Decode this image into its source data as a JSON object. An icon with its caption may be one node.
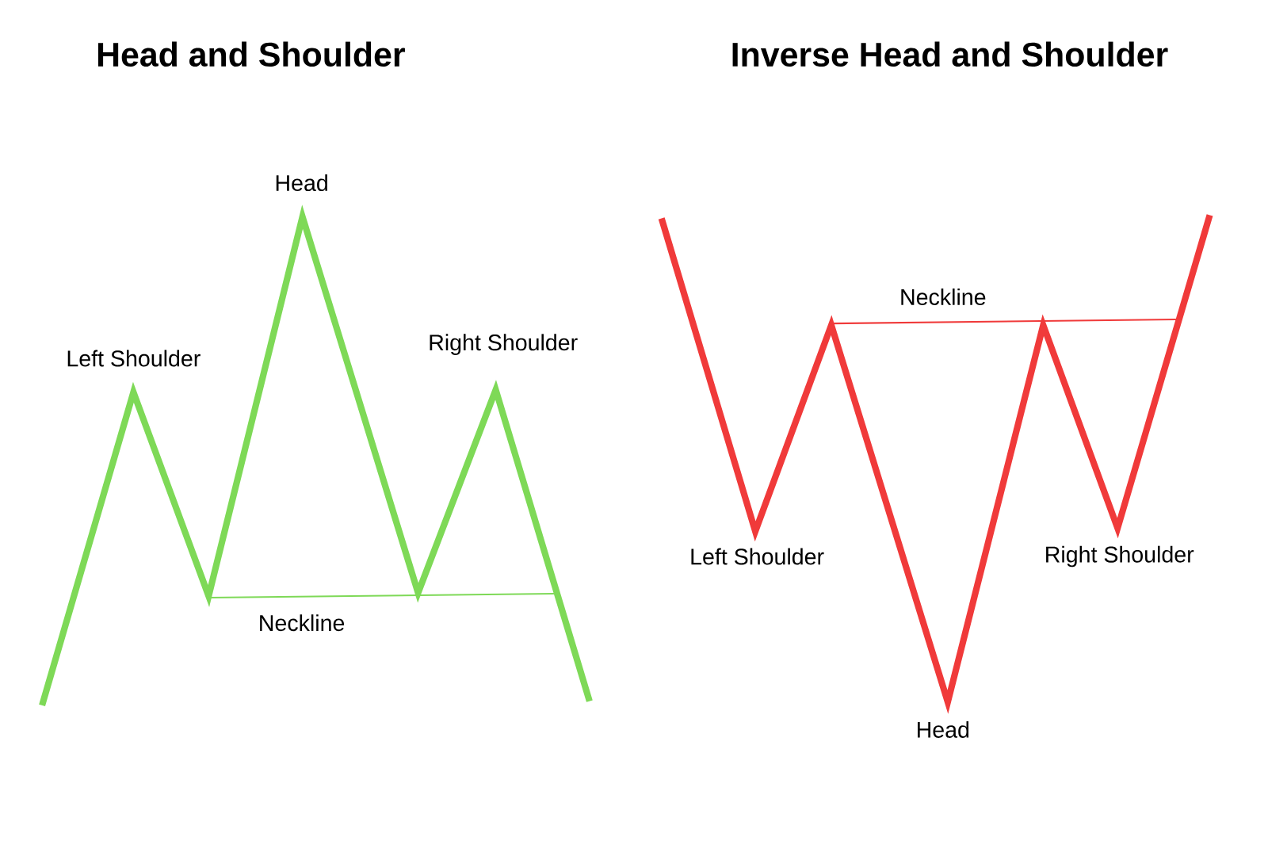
{
  "diagram": {
    "labels": [
      "Head and Shoulder",
      "Head",
      "Left Shoulder",
      "Right Shoulder",
      "Neckline",
      "Inverse Head and Shoulder",
      "Neckline",
      "Left Shoulder",
      "Right Shoulder",
      "Head"
    ]
  }
}
